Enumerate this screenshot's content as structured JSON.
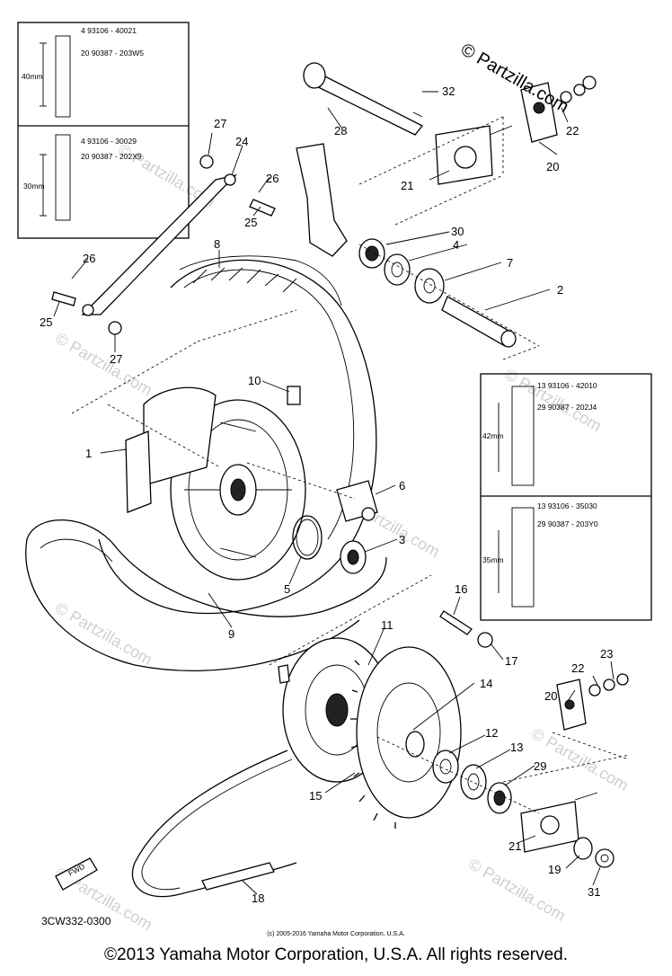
{
  "watermark": {
    "top_right": "© Partzilla.com",
    "faint": "© Partzilla.com"
  },
  "part_labels": [
    "1",
    "2",
    "3",
    "4",
    "5",
    "6",
    "7",
    "8",
    "9",
    "10",
    "11",
    "12",
    "13",
    "14",
    "15",
    "16",
    "17",
    "18",
    "19",
    "20",
    "20",
    "21",
    "21",
    "22",
    "22",
    "23",
    "24",
    "25",
    "25",
    "26",
    "26",
    "27",
    "27",
    "28",
    "29",
    "30",
    "31",
    "32"
  ],
  "inset_top": {
    "a_line1": "4  93106 - 40021",
    "a_line2": "20  90387 - 203W5",
    "a_dim": "40mm",
    "b_line1": "4  93106 - 30029",
    "b_line2": "20  90387 - 202X9",
    "b_dim": "30mm"
  },
  "inset_right": {
    "a_line1": "13  93106 - 42010",
    "a_line2": "29  90387 - 202J4",
    "a_dim": "42mm",
    "b_line1": "13  93106 - 35030",
    "b_line2": "29  90387 - 203Y0",
    "b_dim": "35mm"
  },
  "fwd_label": "FWD",
  "diagram_code": "3CW332-0300",
  "small_copyright": "(c) 2005-2016 Yamaha Motor Corporation, U.S.A.",
  "footer_copyright": "©2013 Yamaha Motor Corporation, U.S.A. All rights reserved."
}
